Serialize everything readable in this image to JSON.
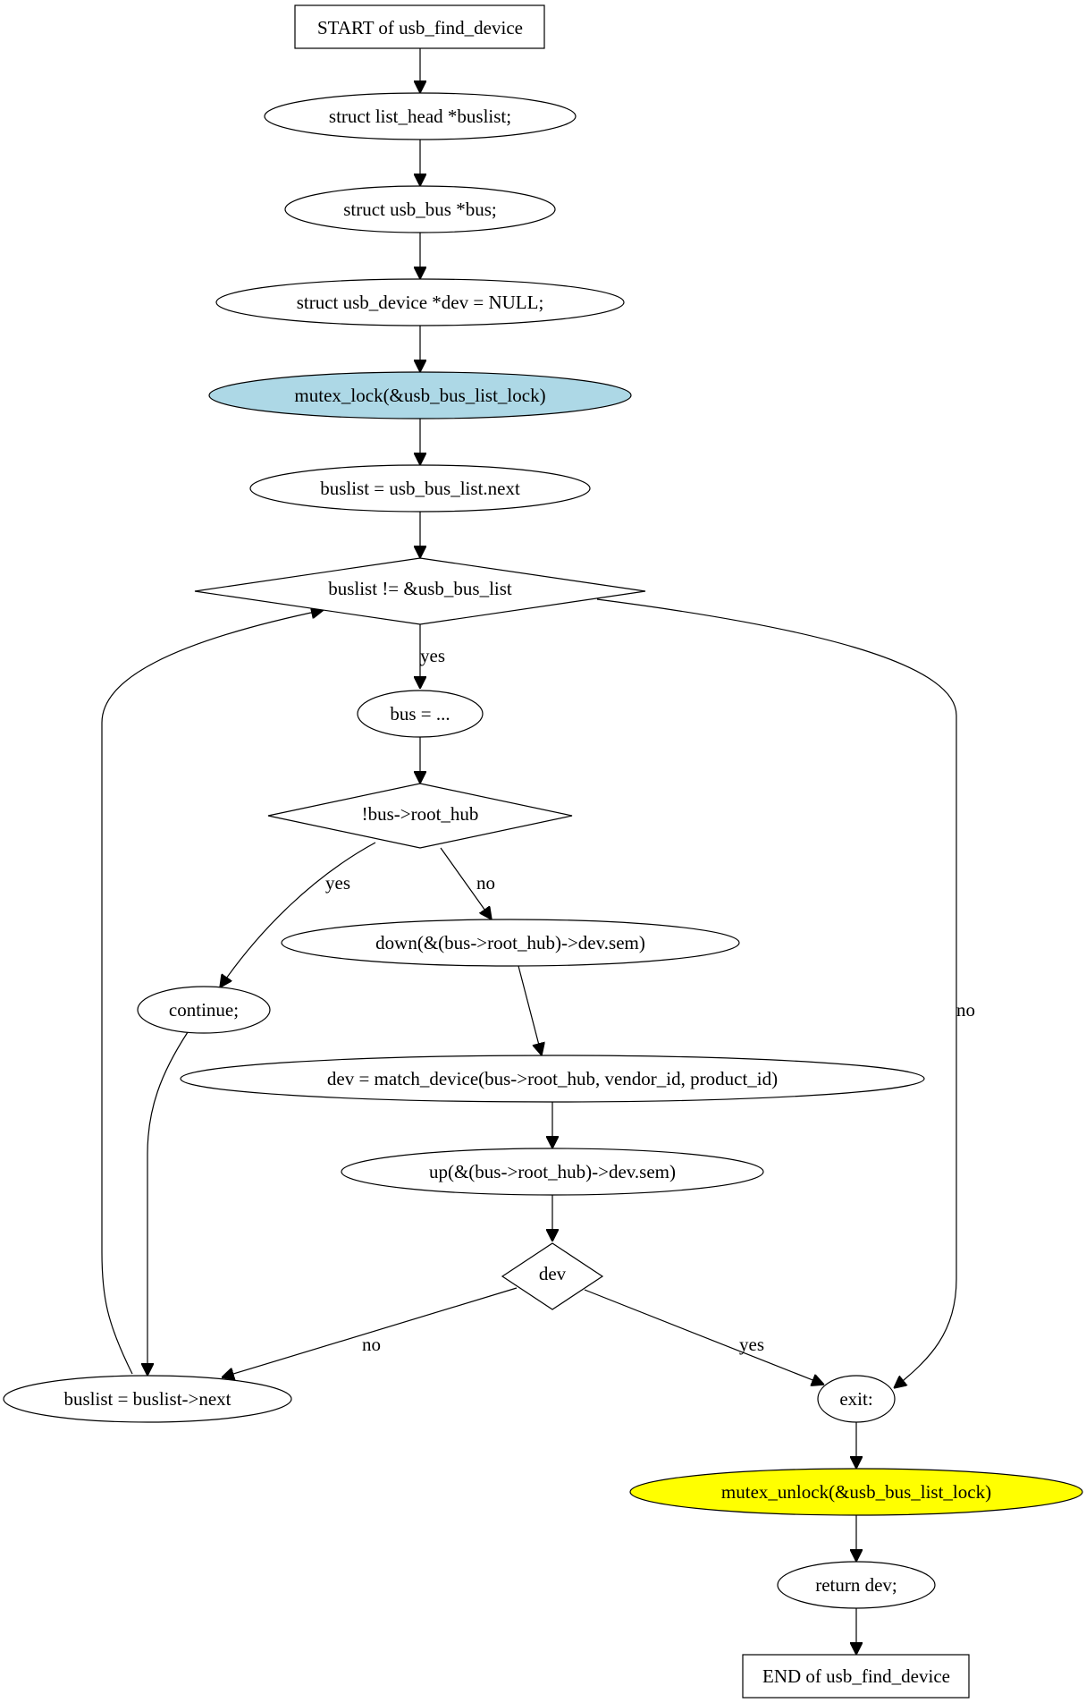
{
  "diagram": {
    "nodes": {
      "start": {
        "label": "START of usb_find_device",
        "fill": "#ffffff"
      },
      "buslist_decl": {
        "label": "struct list_head *buslist;",
        "fill": "#ffffff"
      },
      "bus_decl": {
        "label": "struct usb_bus *bus;",
        "fill": "#ffffff"
      },
      "dev_decl": {
        "label": "struct usb_device *dev = NULL;",
        "fill": "#ffffff"
      },
      "mutex_lock": {
        "label": "mutex_lock(&usb_bus_list_lock)",
        "fill": "#add8e6"
      },
      "buslist_init": {
        "label": "buslist = usb_bus_list.next",
        "fill": "#ffffff"
      },
      "loop_cond": {
        "label": "buslist != &usb_bus_list",
        "fill": "#ffffff"
      },
      "bus_assign": {
        "label": "bus = ...",
        "fill": "#ffffff"
      },
      "root_hub_cond": {
        "label": "!bus->root_hub",
        "fill": "#ffffff"
      },
      "continue": {
        "label": "continue;",
        "fill": "#ffffff"
      },
      "down": {
        "label": "down(&(bus->root_hub)->dev.sem)",
        "fill": "#ffffff"
      },
      "match": {
        "label": "dev = match_device(bus->root_hub, vendor_id, product_id)",
        "fill": "#ffffff"
      },
      "up": {
        "label": "up(&(bus->root_hub)->dev.sem)",
        "fill": "#ffffff"
      },
      "dev_cond": {
        "label": "dev",
        "fill": "#ffffff"
      },
      "buslist_next": {
        "label": "buslist = buslist->next",
        "fill": "#ffffff"
      },
      "exit": {
        "label": "exit:",
        "fill": "#ffffff"
      },
      "mutex_unlock": {
        "label": "mutex_unlock(&usb_bus_list_lock)",
        "fill": "#ffff00"
      },
      "return": {
        "label": "return dev;",
        "fill": "#ffffff"
      },
      "end": {
        "label": "END of usb_find_device",
        "fill": "#ffffff"
      }
    },
    "edge_labels": {
      "loop_yes": "yes",
      "loop_no": "no",
      "hub_yes": "yes",
      "hub_no": "no",
      "dev_no": "no",
      "dev_yes": "yes"
    }
  }
}
